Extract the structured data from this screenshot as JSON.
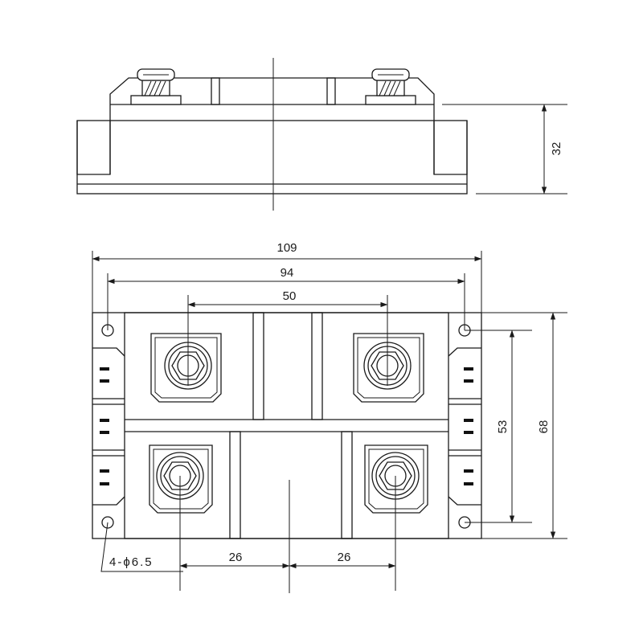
{
  "drawing": {
    "side_view": {
      "height_dim": "32"
    },
    "top_view": {
      "dims": {
        "overall_width": "109",
        "hole_spacing_x": "94",
        "terminal_spacing": "50",
        "hole_spacing_y": "53",
        "overall_height": "68",
        "bottom_left_spacing": "26",
        "bottom_right_spacing": "26"
      },
      "hole_note": "4-ϕ6.5"
    }
  }
}
